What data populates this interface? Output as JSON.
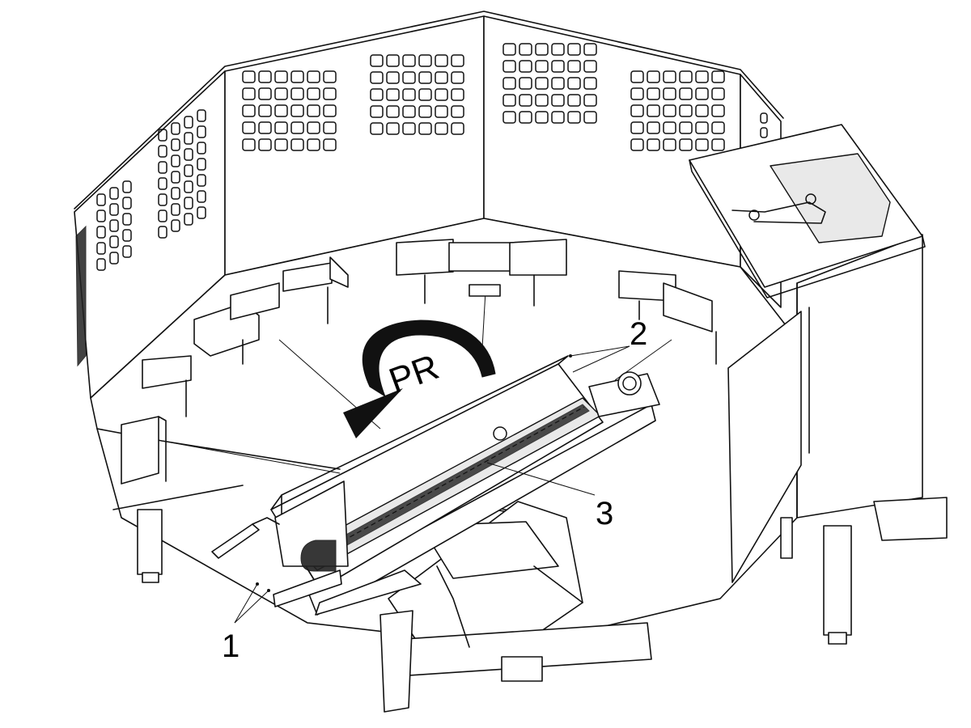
{
  "diagram": {
    "labels": {
      "callout_1": "1",
      "callout_2": "2",
      "callout_3": "3",
      "rotation": "PR"
    },
    "colors": {
      "line": "#111111",
      "background": "#ffffff",
      "arrow": "#111111"
    }
  }
}
